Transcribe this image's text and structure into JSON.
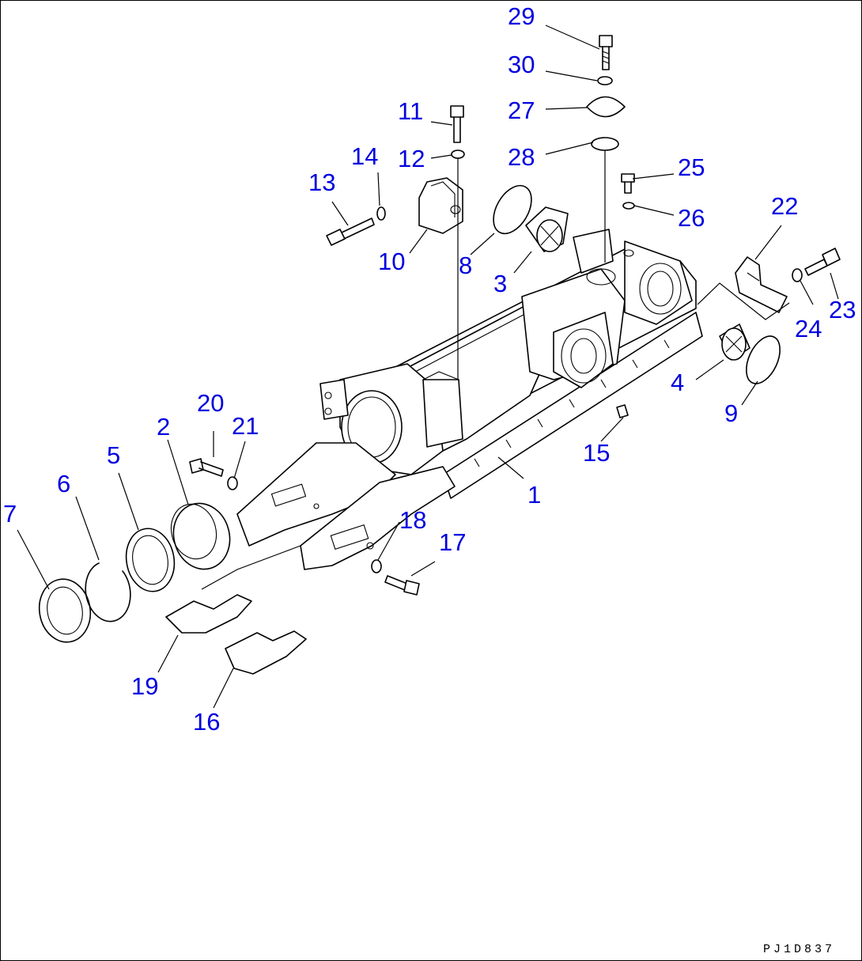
{
  "diagram": {
    "drawing_code": "PJ1D837",
    "accent_color": "#0000e0",
    "line_color": "#000000",
    "callouts": [
      {
        "id": "p29",
        "label": "29"
      },
      {
        "id": "p30",
        "label": "30"
      },
      {
        "id": "p27",
        "label": "27"
      },
      {
        "id": "p28",
        "label": "28"
      },
      {
        "id": "p11",
        "label": "11"
      },
      {
        "id": "p12",
        "label": "12"
      },
      {
        "id": "p14",
        "label": "14"
      },
      {
        "id": "p13",
        "label": "13"
      },
      {
        "id": "p10",
        "label": "10"
      },
      {
        "id": "p8",
        "label": "8"
      },
      {
        "id": "p3",
        "label": "3"
      },
      {
        "id": "p25",
        "label": "25"
      },
      {
        "id": "p26",
        "label": "26"
      },
      {
        "id": "p22",
        "label": "22"
      },
      {
        "id": "p23",
        "label": "23"
      },
      {
        "id": "p24",
        "label": "24"
      },
      {
        "id": "p4",
        "label": "4"
      },
      {
        "id": "p9",
        "label": "9"
      },
      {
        "id": "p15",
        "label": "15"
      },
      {
        "id": "p1",
        "label": "1"
      },
      {
        "id": "p20",
        "label": "20"
      },
      {
        "id": "p21",
        "label": "21"
      },
      {
        "id": "p2",
        "label": "2"
      },
      {
        "id": "p5",
        "label": "5"
      },
      {
        "id": "p6",
        "label": "6"
      },
      {
        "id": "p7",
        "label": "7"
      },
      {
        "id": "p18",
        "label": "18"
      },
      {
        "id": "p17",
        "label": "17"
      },
      {
        "id": "p19",
        "label": "19"
      },
      {
        "id": "p16",
        "label": "16"
      }
    ]
  }
}
